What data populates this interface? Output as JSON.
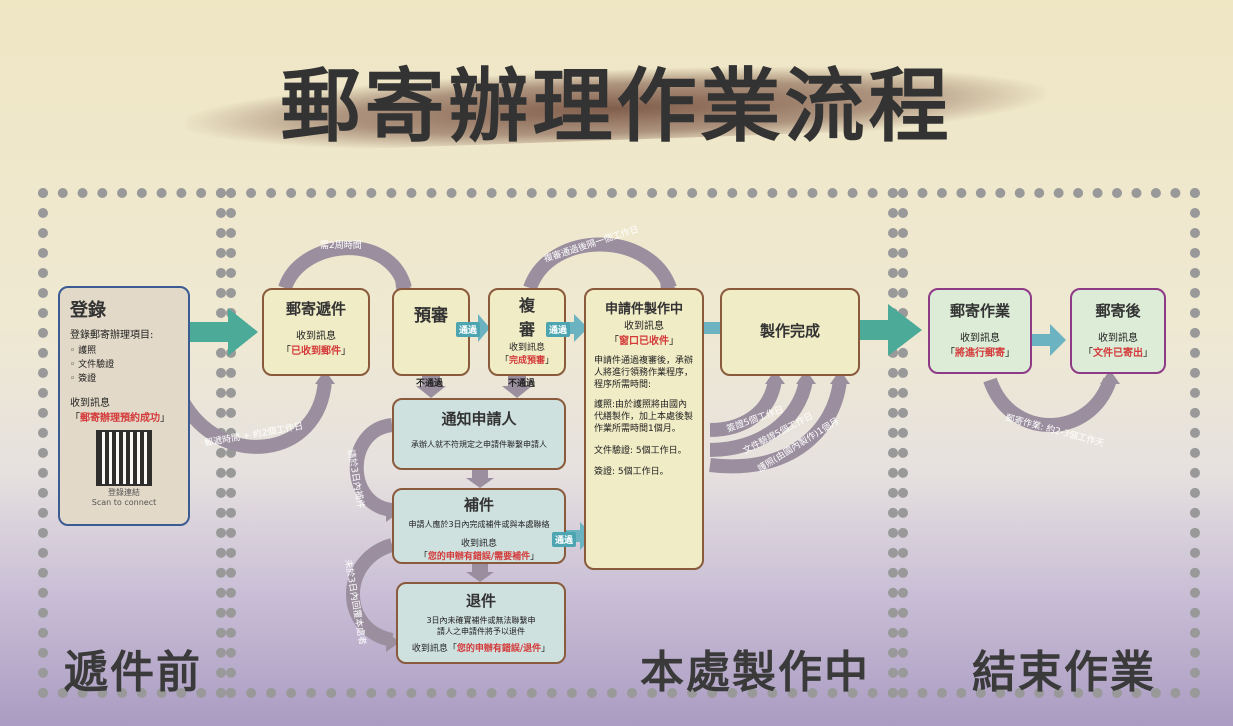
{
  "title": "郵寄辦理作業流程",
  "zones": {
    "before": "遞件前",
    "processing": "本處製作中",
    "end": "結束作業"
  },
  "register": {
    "title": "登錄",
    "subtitle": "登錄郵寄辦理項目:",
    "items": [
      "護照",
      "文件驗證",
      "簽證"
    ],
    "msg_label": "收到訊息",
    "msg_text": "郵寄辦理預約成功",
    "qr_caption": "登錄連結",
    "qr_caption_en": "Scan to connect"
  },
  "mail_submit": {
    "title": "郵寄遞件",
    "msg_label": "收到訊息",
    "msg_text": "已收到郵件"
  },
  "pre_review": {
    "title": "預審"
  },
  "re_review": {
    "title_line1": "複",
    "title_line2": "審",
    "msg_label": "收到訊息",
    "msg_text": "完成預審"
  },
  "production": {
    "title": "申請件製作中",
    "msg_label": "收到訊息",
    "msg_text": "窗口已收件",
    "para1": "申請件通過複審後，承辦人將進行領務作業程序，程序所需時間:",
    "para2": "護照:由於護照將由國內代繕製作，加上本處後製作業所需時間1個月。",
    "para3": "文件驗證: 5個工作日。",
    "para4": "簽證: 5個工作日。"
  },
  "done": {
    "title": "製作完成"
  },
  "notify": {
    "title": "通知申請人",
    "desc": "承辦人就不符規定之申請件聯繫申請人"
  },
  "supplement": {
    "title": "補件",
    "desc": "申請人應於3日內完成補件或與本處聯絡",
    "msg_label": "收到訊息",
    "msg_text": "您的申辦有錯誤/需要補件"
  },
  "return": {
    "title": "退件",
    "desc1": "3日內未確實補件或無法聯繫申",
    "desc2": "請人之申請件將予以退件",
    "msg_label": "收到訊息",
    "msg_text": "您的申辦有錯誤/退件"
  },
  "mail_work": {
    "title": "郵寄作業",
    "msg_label": "收到訊息",
    "msg_text": "將進行郵寄"
  },
  "mailed": {
    "title": "郵寄後",
    "msg_label": "收到訊息",
    "msg_text": "文件已寄出"
  },
  "labels": {
    "pass": "通過",
    "fail": "不通過",
    "two_weeks": "需2周時間",
    "mail_time": "郵遞時間 + 約2個工作日",
    "after_pass": "複審通過後隔一個工作日",
    "visa5": "簽證5個工作日",
    "doc5": "文件驗證5個工作日",
    "passport1m": "護照(由國內製作)1個月",
    "mail_work_time": "郵寄作業: 約2-3個工作天",
    "in3days": "請於3日內補件",
    "not3days": "未於3日內回覆本處者"
  },
  "colors": {
    "arrow_teal": "#4caa98",
    "arrow_gray": "#9b8f9f",
    "accent_red": "#d43a3a"
  }
}
